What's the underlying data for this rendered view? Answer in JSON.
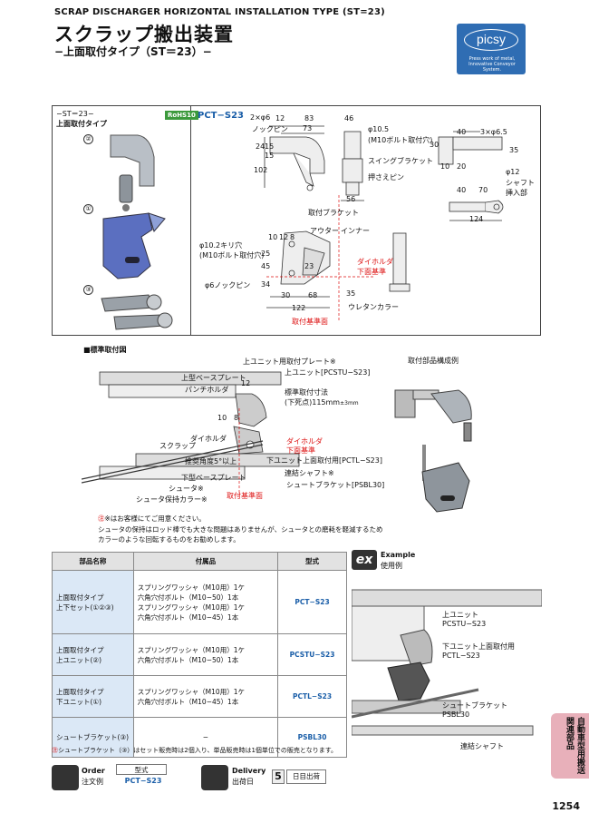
{
  "header": {
    "title_en": "SCRAP DISCHARGER HORIZONTAL INSTALLATION TYPE (ST=23)",
    "title_jp": "スクラップ搬出装置",
    "subtitle": "−上面取付タイプ（ST＝23）−"
  },
  "logo": {
    "name": "picsy",
    "tagline1": "Press work of metal,",
    "tagline2": "Innovative Conveyor System."
  },
  "product_box": {
    "st_label": "−ST＝23−",
    "type_label": "上面取付タイプ",
    "rohs": "RoHS10",
    "model": "PCT−S23",
    "parts": [
      "②",
      "①",
      "③"
    ]
  },
  "drawing_labels": {
    "dim_2x6": "2×φ6",
    "knock_pin": "ノックピン",
    "d12": "12",
    "d83": "83",
    "d73": "73",
    "d46": "46",
    "d24": "24",
    "d15a": "15",
    "d15b": "15",
    "d102": "102",
    "d56": "56",
    "bolt_hole": "φ10.5",
    "bolt_hole_note": "(M10ボルト取付穴)",
    "swing_bracket": "スイングブラケット",
    "press_pin": "押さえピン",
    "d40a": "40",
    "d3x65": "3×φ6.5",
    "d30": "30",
    "d10": "10",
    "d20": "20",
    "d35": "35",
    "d12phi": "φ12",
    "shaft_insert": "シャフト",
    "shaft_insert2": "挿入部",
    "d40b": "40",
    "d70": "70",
    "d124": "124",
    "mount_bracket": "取付ブラケット",
    "outer": "アウター",
    "inner": "インナー",
    "drill_hole": "φ10.2キリ穴",
    "drill_hole_note": "(M10ボルト取付穴)",
    "d10b": "10",
    "d12b": "12",
    "d8": "8",
    "d25": "25",
    "d45": "45",
    "d23": "23",
    "d34": "34",
    "die_holder": "ダイホルダ",
    "die_holder2": "下面基準",
    "knock_pin6": "φ6ノックピン",
    "d30b": "30",
    "d68": "68",
    "d35b": "35",
    "d122": "122",
    "urethane": "ウレタンカラー",
    "mount_ref": "取付基準面"
  },
  "std_mount": {
    "title": "■標準取付図",
    "parts_title": "取付部品構成例",
    "upper_plate_label": "上ユニット用取付プレート※",
    "upper_unit": "上ユニット[PCSTU−S23]",
    "upper_base": "上型ベースプレート",
    "punch_holder": "パンチホルダ",
    "std_dim": "標準取付寸法",
    "std_dim2": "(下死点)115mm",
    "std_dim3": "±3mm",
    "die_holder": "ダイホルダ",
    "die_holder_ref": "下面基準",
    "lower_mount": "下ユニット上面取付用[PCTL−S23]",
    "scrap": "スクラップ",
    "die_holder_b": "ダイホルダ",
    "angle": "推奨角度5°以上",
    "link_shaft": "連結シャフト※",
    "lower_base": "下型ベースプレート",
    "chute": "シュータ※",
    "chute_bracket": "シュートブラケット[PSBL30]",
    "chute_collar": "シュータ保持カラー※",
    "mount_ref": "取付基準面",
    "d12": "12",
    "d10": "10",
    "d8": "8"
  },
  "notes": {
    "line1": "※はお客様にてご用意ください。",
    "line2": "シュータの保持はロッド棒でも大きな問題はありませんが、シュータとの磨耗を軽減するため",
    "line3": "カラーのような回転するものをお勧めします。"
  },
  "table": {
    "headers": [
      "部品名称",
      "付属品",
      "型式"
    ],
    "rows": [
      {
        "name1": "上面取付タイプ",
        "name2": "上下セット(①②③)",
        "acc": [
          "スプリングワッシャ（M10用）1ケ",
          "六角穴付ボルト（M10−50）1本",
          "スプリングワッシャ（M10用）1ケ",
          "六角穴付ボルト（M10−45）1本"
        ],
        "model": "PCT−S23"
      },
      {
        "name1": "上面取付タイプ",
        "name2": "上ユニット(②)",
        "acc": [
          "スプリングワッシャ（M10用）1ケ",
          "六角穴付ボルト（M10−50）1本"
        ],
        "model": "PCSTU−S23"
      },
      {
        "name1": "上面取付タイプ",
        "name2": "下ユニット(①)",
        "acc": [
          "スプリングワッシャ（M10用）1ケ",
          "六角穴付ボルト（M10−45）1本"
        ],
        "model": "PCTL−S23"
      },
      {
        "name1": "シュートブラケット(③)",
        "name2": "",
        "acc": [
          "−"
        ],
        "model": "PSBL30"
      }
    ],
    "footnote": "シュートブラケット（③）はセット販売時は2個入り、単品販売時は1個単位での販売となります。"
  },
  "example": {
    "badge": "ex",
    "title_en": "Example",
    "title_jp": "使用例",
    "upper_unit": "上ユニット",
    "upper_model": "PCSTU−S23",
    "lower_mount": "下ユニット上面取付用",
    "lower_model": "PCTL−S23",
    "chute": "シュートブラケット",
    "chute_model": "PSBL30",
    "shaft": "連結シャフト"
  },
  "side_tab": "自動車型用搬送関連部品",
  "order": {
    "en": "Order",
    "jp": "注文例",
    "type_label": "型式",
    "model": "PCT−S23"
  },
  "delivery": {
    "en": "Delivery",
    "jp": "出荷日",
    "days": "5",
    "unit": "日目出荷"
  },
  "page_number": "1254"
}
